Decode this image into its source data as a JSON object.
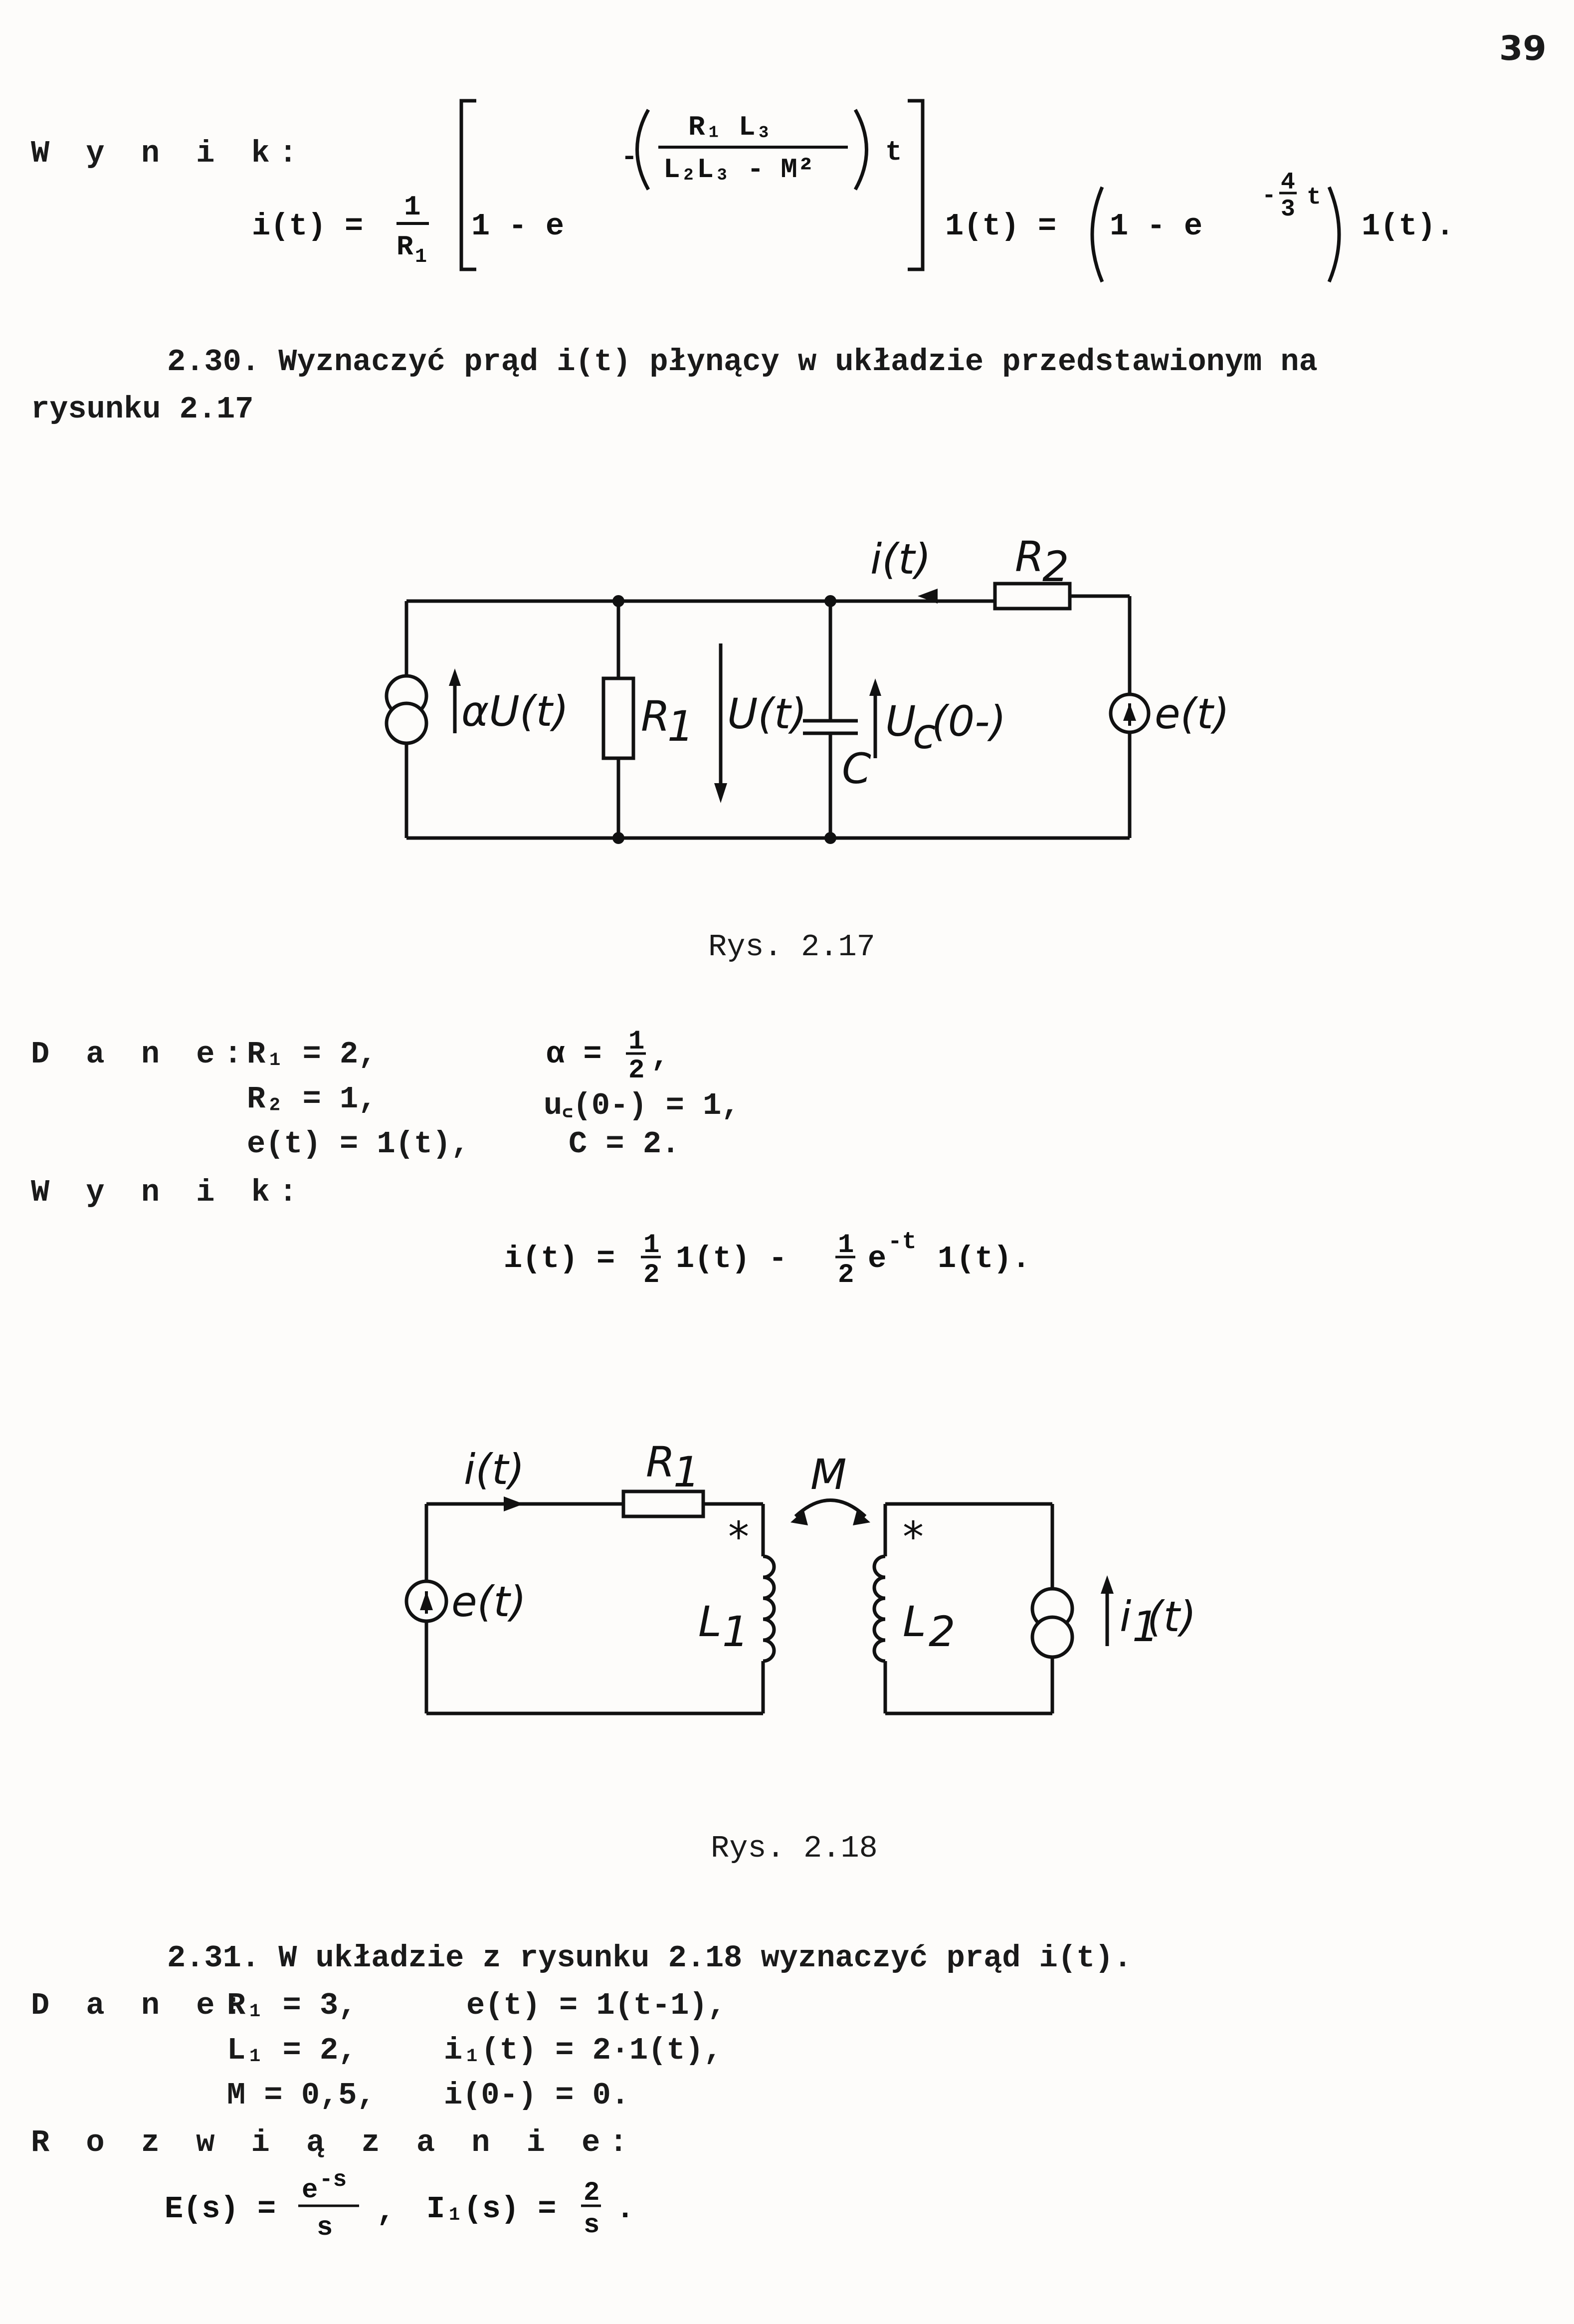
{
  "page_number": "39",
  "top_result": {
    "label": "W y n i k:",
    "lhs": "i(t) =",
    "frac_num": "1",
    "frac_den": "R",
    "frac_den_sub": "1",
    "bracket_one_minus": "1 - e",
    "exp_num": "R₁ L₃",
    "exp_den": "L₂L₃ - M²",
    "exp_t": "t",
    "unit_step_1": "1(t) =",
    "rhs_open": "1 - e",
    "rhs_exp_num": "4",
    "rhs_exp_den": "3",
    "rhs_exp_t": "t",
    "rhs_end": "1(t)."
  },
  "problem_230": {
    "line1": "2.30. Wyznaczyć prąd i(t) płynący w układzie przedstawionym na",
    "line2": "rysunku 2.17"
  },
  "fig217": {
    "i_label": "i(t)",
    "R2": "R",
    "R2_sub": "2",
    "alpha_u": "αU(t)",
    "R1": "R",
    "R1_sub": "1",
    "u": "U(t)",
    "uc": "U",
    "uc_sub": "c",
    "uc_arg": "(0-)",
    "c": "C",
    "e": "e(t)",
    "caption": "Rys. 2.17"
  },
  "data_230": {
    "label": "D a n e:",
    "r1": "R₁ = 2,",
    "r2": "R₂ = 1,",
    "e": "e(t) = 1(t),",
    "alpha_lhs": "α =",
    "alpha_num": "1",
    "alpha_den": "2",
    "alpha_tail": ",",
    "uc": "u꜀(0-) = 1,",
    "c": "C = 2."
  },
  "result_230": {
    "label": "W y n i k:",
    "lhs": "i(t) =",
    "n1": "1",
    "d1": "2",
    "mid": "1(t) -",
    "n2": "1",
    "d2": "2",
    "e": "e",
    "exp": "-t",
    "end": "1(t)."
  },
  "fig218": {
    "i_label": "i(t)",
    "R1": "R",
    "R1_sub": "1",
    "M": "M",
    "star1": "*",
    "star2": "*",
    "e": "e(t)",
    "L1": "L",
    "L1_sub": "1",
    "L2": "L",
    "L2_sub": "2",
    "i1": "i",
    "i1_sub": "1",
    "i1_arg": "(t)",
    "caption": "Rys. 2.18"
  },
  "problem_231": {
    "line1": "2.31. W układzie z rysunku 2.18 wyznaczyć prąd i(t).",
    "label": "D a n e:",
    "r1": "R₁ = 3,",
    "l1": "L₁ = 2,",
    "m": "M = 0,5,",
    "e": "e(t) = 1(t-1),",
    "i1": "i₁(t) = 2·1(t),",
    "i0": "i(0-) = 0."
  },
  "solution": {
    "label": "R o z w i ą z a n i e:",
    "E_lhs": "E(s) =",
    "E_num": "e",
    "E_num_exp": "-s",
    "E_den": "s",
    "sep": ",",
    "I_lhs": "I₁(s) =",
    "I_num": "2",
    "I_den": "s",
    "end": "."
  }
}
